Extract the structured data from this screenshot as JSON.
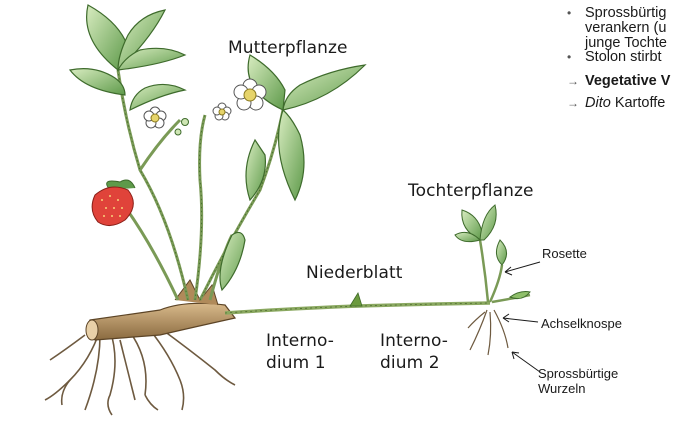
{
  "labels": {
    "mutterpflanze": "Mutterpflanze",
    "tochterpflanze": "Tochterpflanze",
    "niederblatt": "Niederblatt",
    "internodium1": "Interno-\ndium 1",
    "internodium2": "Interno-\ndium 2",
    "rosette": "Rosette",
    "achselknospe": "Achselknospe",
    "wurzeln": "Sprossbürtige\nWurzeln"
  },
  "bullets": [
    {
      "marker": "•",
      "text": "Sprossbürtig",
      "line2": "verankern (u",
      "line3": "junge Tochte"
    },
    {
      "marker": "•",
      "text": "Stolon stirbt"
    },
    {
      "marker": "→",
      "text": "Vegetative V"
    },
    {
      "marker": "→",
      "text_italic": "Dito",
      "text_rest": " Kartoffe"
    }
  ],
  "colors": {
    "leaf": "#5e9a4a",
    "leaf_light": "#cfe6b4",
    "stem": "#7a9a56",
    "root": "#6e5a40",
    "rhizome": "#b08a5a",
    "berry": "#e0433a"
  }
}
